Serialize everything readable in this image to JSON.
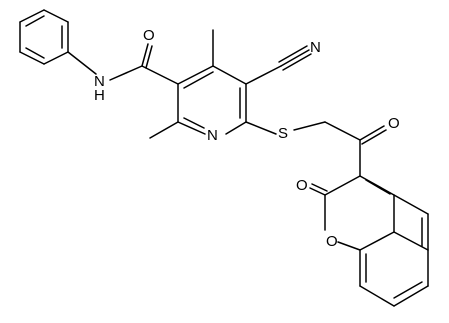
{
  "atom_labels": {
    "n_h": "N\nH",
    "o_amide": "O",
    "n_nitrile": "N",
    "n_pyridine": "N",
    "s_thioether": "S",
    "o_ketone": "O",
    "o_lactone_carbonyl": "O",
    "o_ring": "O"
  }
}
